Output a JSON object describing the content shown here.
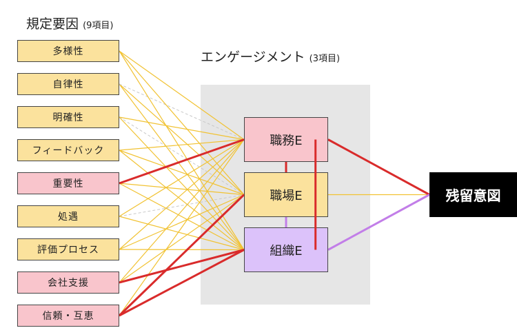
{
  "headings": {
    "factors_title": "規定要因",
    "factors_count": "(9項目)",
    "engagement_title": "エンゲージメント",
    "engagement_count": "(3項目)"
  },
  "factors": [
    {
      "id": "diversity",
      "label": "多様性",
      "highlight": false
    },
    {
      "id": "autonomy",
      "label": "自律性",
      "highlight": false
    },
    {
      "id": "clarity",
      "label": "明確性",
      "highlight": false
    },
    {
      "id": "feedback",
      "label": "フィードバック",
      "highlight": false
    },
    {
      "id": "importance",
      "label": "重要性",
      "highlight": true
    },
    {
      "id": "treatment",
      "label": "処遇",
      "highlight": false
    },
    {
      "id": "evaluation",
      "label": "評価プロセス",
      "highlight": false
    },
    {
      "id": "company-support",
      "label": "会社支援",
      "highlight": true
    },
    {
      "id": "trust",
      "label": "信頼・互恵",
      "highlight": true
    }
  ],
  "engagements": [
    {
      "id": "job",
      "label": "職務E",
      "color": "#f9c5cc"
    },
    {
      "id": "workplace",
      "label": "職場E",
      "color": "#fbe29d"
    },
    {
      "id": "organization",
      "label": "組織E",
      "color": "#dcc2fa"
    }
  ],
  "result": {
    "label": "残留意図",
    "color": "#000000"
  },
  "colors": {
    "factor_fill": "#fbe29d",
    "factor_highlight_fill": "#f9c5cc",
    "link_weak": "#f1c232",
    "link_dashed": "#c8c8c8",
    "link_strong": "#d92b2b",
    "link_purple": "#c27ee8",
    "engagement_bg": "#e6e6e6"
  },
  "links": [
    {
      "from": "diversity",
      "to": "job",
      "style": "weak"
    },
    {
      "from": "diversity",
      "to": "workplace",
      "style": "weak"
    },
    {
      "from": "diversity",
      "to": "organization",
      "style": "weak"
    },
    {
      "from": "autonomy",
      "to": "job",
      "style": "dashed"
    },
    {
      "from": "autonomy",
      "to": "workplace",
      "style": "weak"
    },
    {
      "from": "autonomy",
      "to": "organization",
      "style": "weak"
    },
    {
      "from": "clarity",
      "to": "job",
      "style": "weak"
    },
    {
      "from": "clarity",
      "to": "workplace",
      "style": "dashed"
    },
    {
      "from": "clarity",
      "to": "organization",
      "style": "weak"
    },
    {
      "from": "feedback",
      "to": "job",
      "style": "weak"
    },
    {
      "from": "feedback",
      "to": "workplace",
      "style": "weak"
    },
    {
      "from": "feedback",
      "to": "organization",
      "style": "weak"
    },
    {
      "from": "importance",
      "to": "job",
      "style": "strong"
    },
    {
      "from": "importance",
      "to": "workplace",
      "style": "weak"
    },
    {
      "from": "importance",
      "to": "organization",
      "style": "weak"
    },
    {
      "from": "treatment",
      "to": "job",
      "style": "weak"
    },
    {
      "from": "treatment",
      "to": "workplace",
      "style": "dashed"
    },
    {
      "from": "treatment",
      "to": "organization",
      "style": "weak"
    },
    {
      "from": "evaluation",
      "to": "job",
      "style": "weak"
    },
    {
      "from": "evaluation",
      "to": "workplace",
      "style": "weak"
    },
    {
      "from": "evaluation",
      "to": "organization",
      "style": "weak"
    },
    {
      "from": "company-support",
      "to": "job",
      "style": "weak"
    },
    {
      "from": "company-support",
      "to": "workplace",
      "style": "weak"
    },
    {
      "from": "company-support",
      "to": "organization",
      "style": "strong"
    },
    {
      "from": "trust",
      "to": "job",
      "style": "weak"
    },
    {
      "from": "trust",
      "to": "workplace",
      "style": "strong"
    },
    {
      "from": "trust",
      "to": "organization",
      "style": "strong"
    },
    {
      "from": "job",
      "to": "workplace",
      "style": "strong",
      "kind": "vertical"
    },
    {
      "from": "workplace",
      "to": "organization",
      "style": "purple",
      "kind": "vertical"
    },
    {
      "from": "job",
      "to": "organization",
      "style": "strong",
      "kind": "inner"
    },
    {
      "from": "job",
      "to": "result",
      "style": "strong"
    },
    {
      "from": "workplace",
      "to": "result",
      "style": "weak"
    },
    {
      "from": "organization",
      "to": "result",
      "style": "purple"
    }
  ]
}
